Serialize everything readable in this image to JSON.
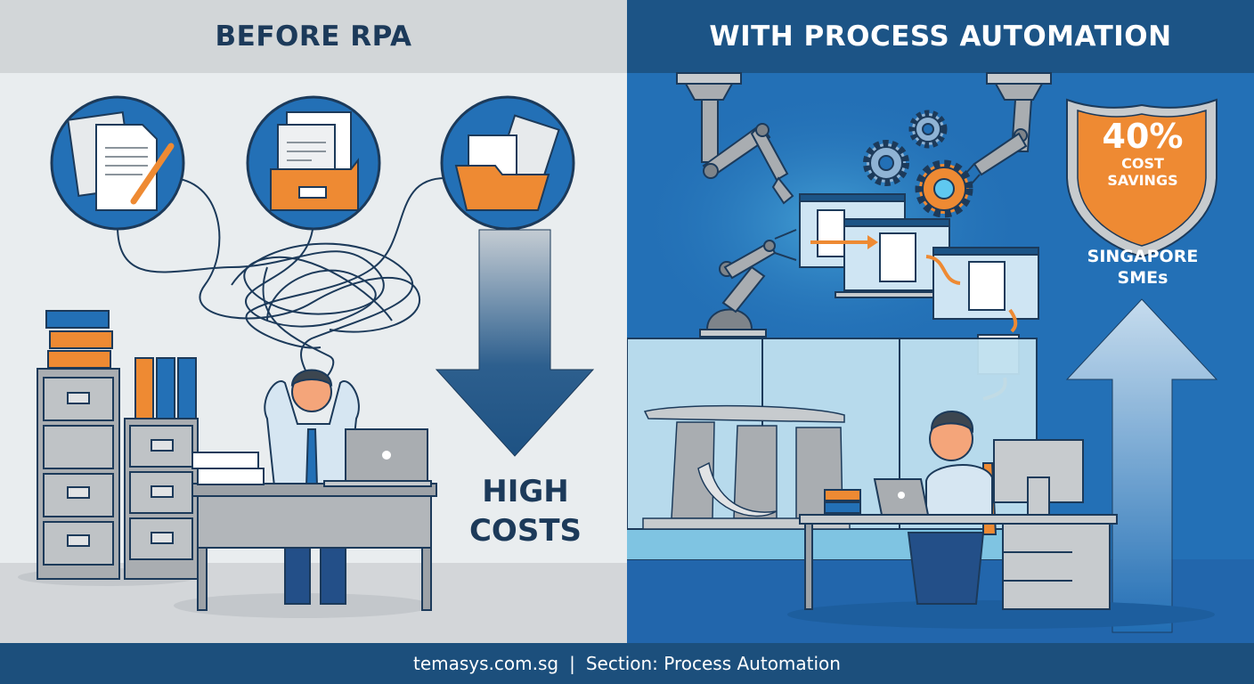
{
  "left_panel": {
    "title": "BEFORE RPA",
    "icons": [
      "signed-document-icon",
      "document-folder-box-icon",
      "open-folder-icon"
    ],
    "cost_label": "HIGH COSTS",
    "cost_arrow": "arrow-down-icon",
    "scene": "stressed-worker-at-desk"
  },
  "right_panel": {
    "title": "WITH PROCESS AUTOMATION",
    "badge": {
      "percent": "40%",
      "line1": "COST",
      "line2": "SAVINGS"
    },
    "audience": {
      "line1": "SINGAPORE",
      "line2": "SMEs"
    },
    "growth_arrow": "arrow-up-icon",
    "scene": "happy-worker-with-robot-automation"
  },
  "footer": {
    "site": "temasys.com.sg",
    "separator": "|",
    "section": "Section: Process Automation"
  },
  "colors": {
    "navy": "#1c3a5a",
    "blue": "#2370b6",
    "header_blue": "#1c5486",
    "orange": "#ee8a33",
    "grey": "#a9adb1",
    "light_bg": "#e9edef"
  }
}
